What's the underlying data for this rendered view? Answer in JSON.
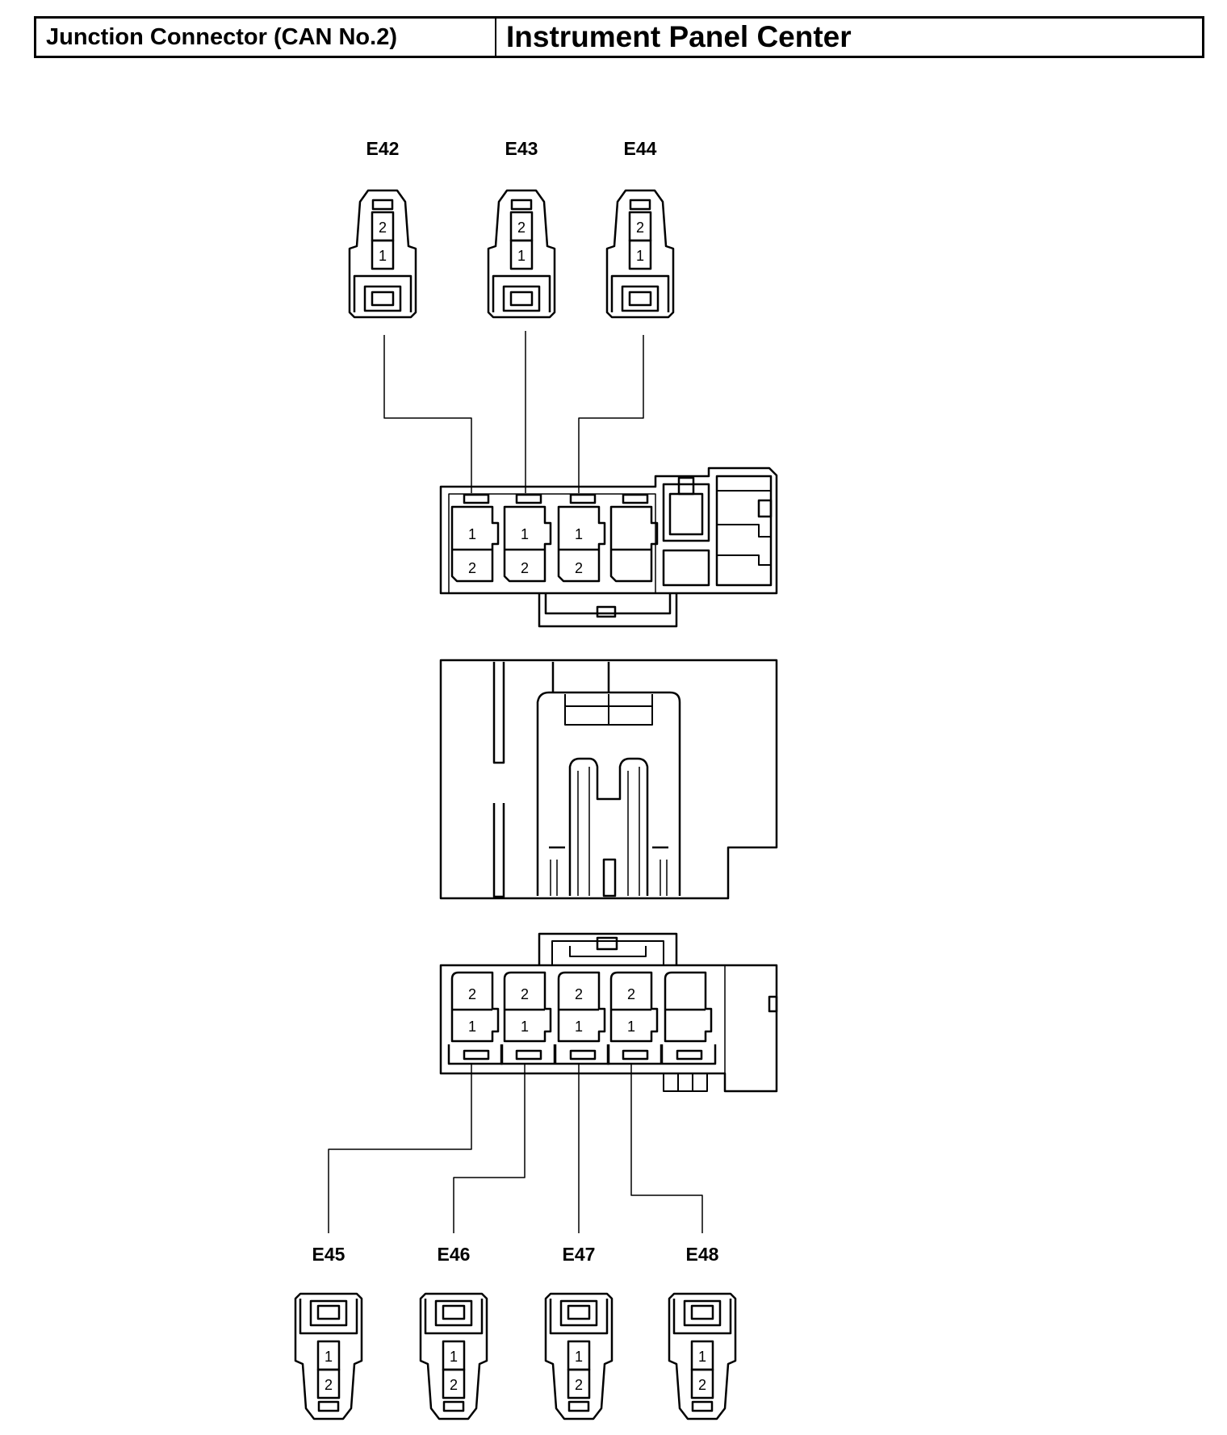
{
  "header": {
    "left_title": "Junction Connector (CAN No.2)",
    "right_title": "Instrument Panel Center"
  },
  "top_connectors": [
    {
      "label": "E42",
      "pins": [
        "2",
        "1"
      ]
    },
    {
      "label": "E43",
      "pins": [
        "2",
        "1"
      ]
    },
    {
      "label": "E44",
      "pins": [
        "2",
        "1"
      ]
    }
  ],
  "junction_top_face": {
    "cavities": [
      {
        "upper": "1",
        "lower": "2"
      },
      {
        "upper": "1",
        "lower": "2"
      },
      {
        "upper": "1",
        "lower": "2"
      },
      {
        "upper": "",
        "lower": ""
      }
    ]
  },
  "junction_bottom_face": {
    "cavities": [
      {
        "upper": "2",
        "lower": "1"
      },
      {
        "upper": "2",
        "lower": "1"
      },
      {
        "upper": "2",
        "lower": "1"
      },
      {
        "upper": "2",
        "lower": "1"
      },
      {
        "upper": "",
        "lower": ""
      }
    ]
  },
  "bottom_connectors": [
    {
      "label": "E45",
      "pins": [
        "1",
        "2"
      ]
    },
    {
      "label": "E46",
      "pins": [
        "1",
        "2"
      ]
    },
    {
      "label": "E47",
      "pins": [
        "1",
        "2"
      ]
    },
    {
      "label": "E48",
      "pins": [
        "1",
        "2"
      ]
    }
  ]
}
